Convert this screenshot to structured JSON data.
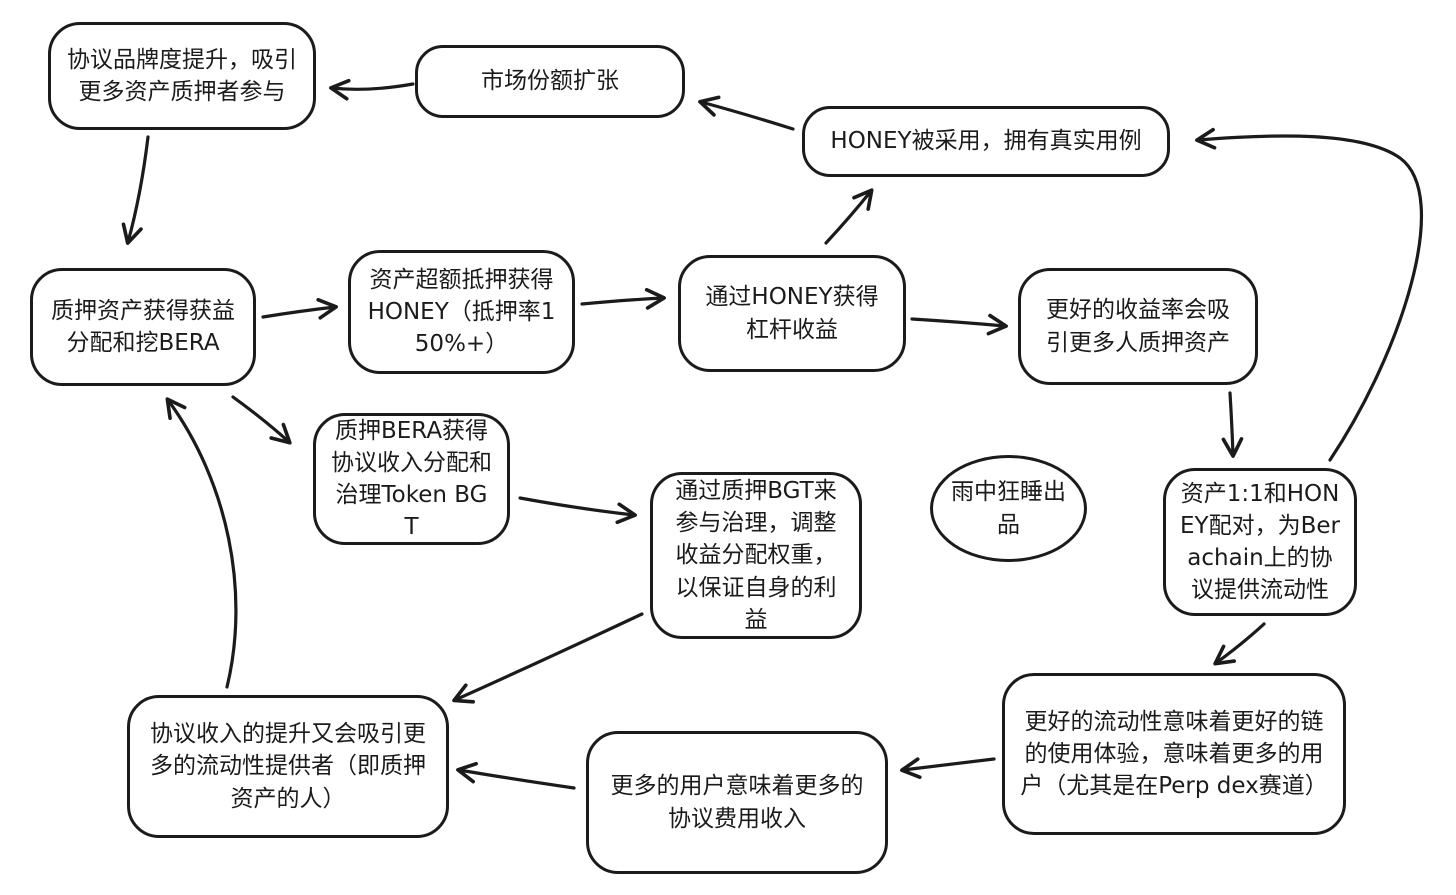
{
  "diagram": {
    "type": "flowchart",
    "style": "hand-drawn",
    "colors": {
      "stroke": "#1b1b1b",
      "node_fill": "#ffffff",
      "background": "#ffffff"
    },
    "nodes": [
      {
        "id": "brand",
        "shape": "rounded-rect",
        "label": "协议品牌度提升，吸引更多资产质押者参与"
      },
      {
        "id": "market_share",
        "shape": "rounded-rect",
        "label": "市场份额扩张"
      },
      {
        "id": "honey_adopted",
        "shape": "rounded-rect",
        "label": "HONEY被采用，拥有真实用例"
      },
      {
        "id": "stake_assets",
        "shape": "rounded-rect",
        "label": "质押资产获得获益分配和挖BERA"
      },
      {
        "id": "overcollateralize",
        "shape": "rounded-rect",
        "label": "资产超额抵押获得HONEY（抵押率150%+）"
      },
      {
        "id": "leverage_yield",
        "shape": "rounded-rect",
        "label": "通过HONEY获得杠杆收益"
      },
      {
        "id": "better_yield",
        "shape": "rounded-rect",
        "label": "更好的收益率会吸引更多人质押资产"
      },
      {
        "id": "stake_bera",
        "shape": "rounded-rect",
        "label": "质押BERA获得协议收入分配和治理Token BGT"
      },
      {
        "id": "stake_bgt",
        "shape": "rounded-rect",
        "label": "通过质押BGT来参与治理，调整收益分配权重，以保证自身的利益"
      },
      {
        "id": "watermark",
        "shape": "ellipse",
        "label": "雨中狂睡出品"
      },
      {
        "id": "pair_honey",
        "shape": "rounded-rect",
        "label": "资产1:1和HONEY配对，为Berachain上的协议提供流动性"
      },
      {
        "id": "better_liquidity",
        "shape": "rounded-rect",
        "label": "更好的流动性意味着更好的链的使用体验，意味着更多的用户（尤其是在Perp dex赛道）"
      },
      {
        "id": "more_users",
        "shape": "rounded-rect",
        "label": "更多的用户意味着更多的协议费用收入"
      },
      {
        "id": "protocol_revenue",
        "shape": "rounded-rect",
        "label": "协议收入的提升又会吸引更多的流动性提供者（即质押资产的人）"
      }
    ],
    "edges": [
      {
        "from": "market_share",
        "to": "brand"
      },
      {
        "from": "brand",
        "to": "stake_assets"
      },
      {
        "from": "stake_assets",
        "to": "overcollateralize"
      },
      {
        "from": "overcollateralize",
        "to": "leverage_yield"
      },
      {
        "from": "leverage_yield",
        "to": "better_yield"
      },
      {
        "from": "leverage_yield",
        "to": "honey_adopted"
      },
      {
        "from": "honey_adopted",
        "to": "market_share"
      },
      {
        "from": "better_yield",
        "to": "pair_honey"
      },
      {
        "from": "pair_honey",
        "to": "honey_adopted"
      },
      {
        "from": "pair_honey",
        "to": "better_liquidity"
      },
      {
        "from": "better_liquidity",
        "to": "more_users"
      },
      {
        "from": "more_users",
        "to": "protocol_revenue"
      },
      {
        "from": "stake_bgt",
        "to": "protocol_revenue"
      },
      {
        "from": "protocol_revenue",
        "to": "stake_assets"
      },
      {
        "from": "stake_assets",
        "to": "stake_bera"
      },
      {
        "from": "stake_bera",
        "to": "stake_bgt"
      }
    ]
  }
}
